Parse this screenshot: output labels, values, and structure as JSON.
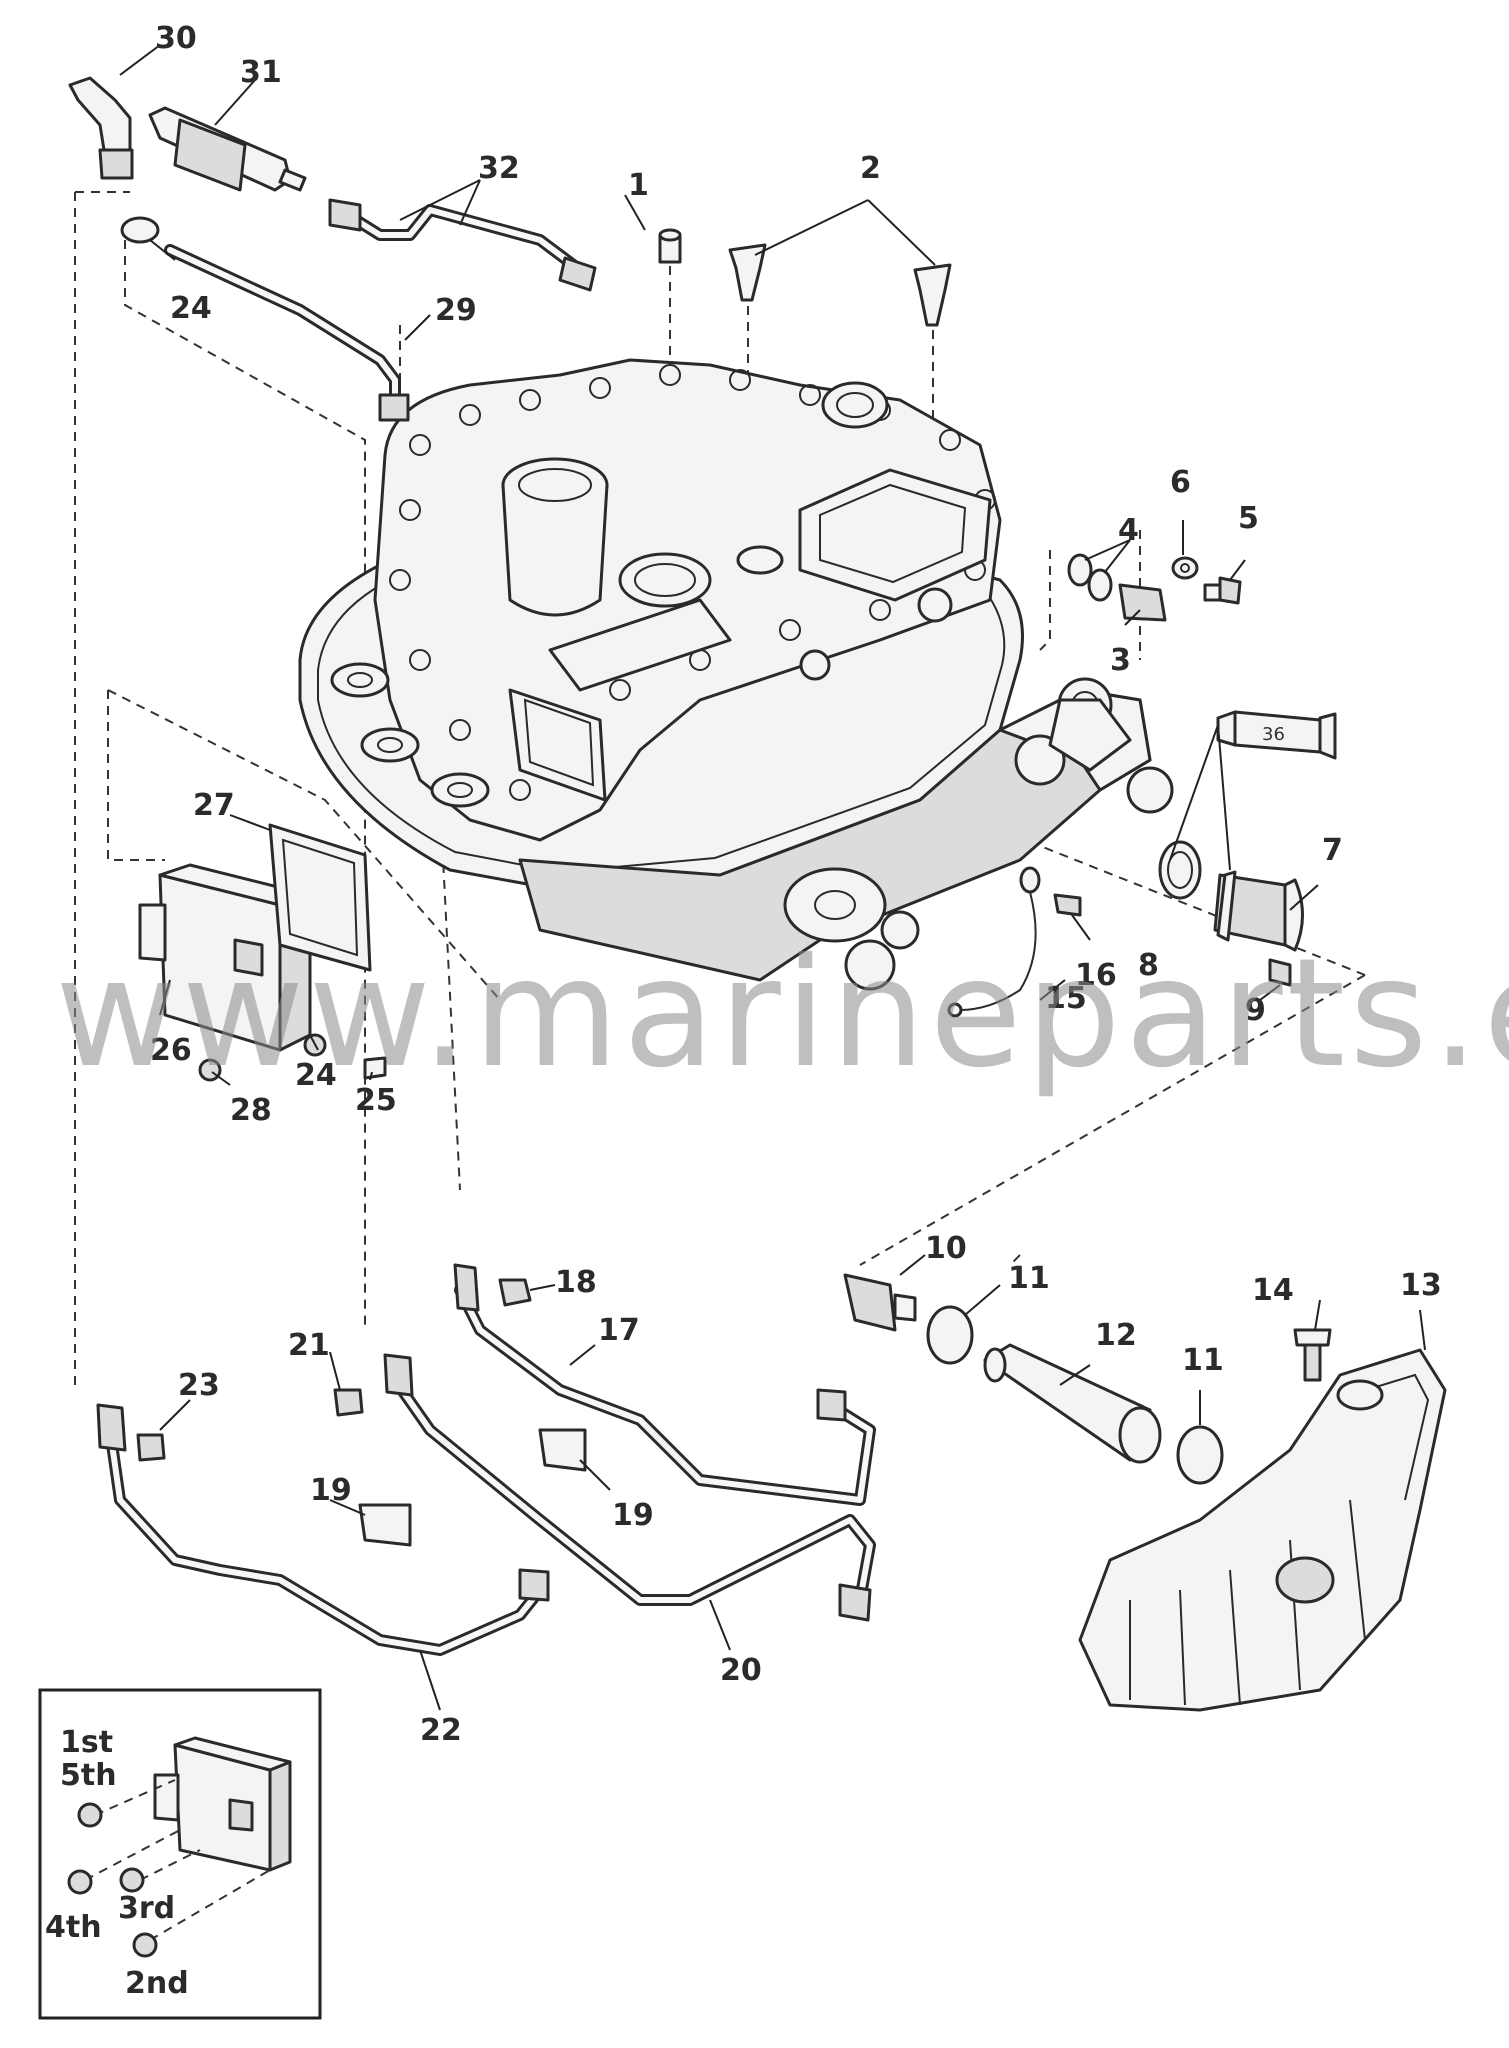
{
  "callouts": [
    {
      "n": "1"
    },
    {
      "n": "2"
    },
    {
      "n": "3"
    },
    {
      "n": "4"
    },
    {
      "n": "5"
    },
    {
      "n": "6"
    },
    {
      "n": "7"
    },
    {
      "n": "8"
    },
    {
      "n": "9"
    },
    {
      "n": "10"
    },
    {
      "n": "11"
    },
    {
      "n": "11"
    },
    {
      "n": "12"
    },
    {
      "n": "13"
    },
    {
      "n": "14"
    },
    {
      "n": "15"
    },
    {
      "n": "16"
    },
    {
      "n": "17"
    },
    {
      "n": "18"
    },
    {
      "n": "19"
    },
    {
      "n": "19"
    },
    {
      "n": "20"
    },
    {
      "n": "21"
    },
    {
      "n": "22"
    },
    {
      "n": "23"
    },
    {
      "n": "24"
    },
    {
      "n": "24"
    },
    {
      "n": "25"
    },
    {
      "n": "26"
    },
    {
      "n": "27"
    },
    {
      "n": "28"
    },
    {
      "n": "29"
    },
    {
      "n": "30"
    },
    {
      "n": "31"
    },
    {
      "n": "32"
    }
  ],
  "inset": {
    "labels": [
      "1st",
      "5th",
      "4th",
      "3rd",
      "2nd"
    ]
  },
  "tube_label": "36",
  "watermark": "www.marineparts.eu"
}
